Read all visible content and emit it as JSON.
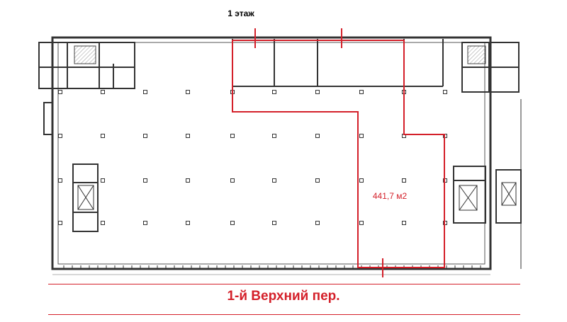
{
  "floor_title": "1 этаж",
  "area_label": "441,7 м2",
  "street_name": "1-й Верхний пер.",
  "colors": {
    "accent": "#d4202a",
    "walls": "#333333",
    "background": "#ffffff"
  }
}
